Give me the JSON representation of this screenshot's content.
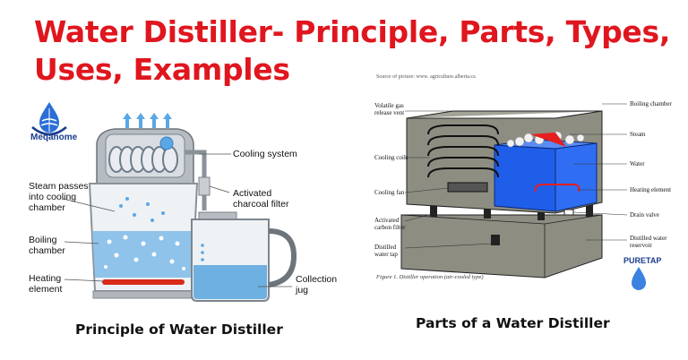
{
  "title": {
    "line1": "Water Distiller- Principle, Parts, Types,",
    "line2": "Uses, Examples"
  },
  "left_logo": {
    "name": "Meqahome",
    "icon": "globe-water-drop-icon"
  },
  "right_logo": {
    "name": "PURETAP",
    "icon": "water-drop-icon"
  },
  "left_diagram": {
    "labels": {
      "cooling_system": "Cooling system",
      "steam_passes_1": "Steam passes",
      "steam_passes_2": "into cooling",
      "steam_passes_3": "chamber",
      "activated_1": "Activated",
      "activated_2": "charcoal filter",
      "boiling_1": "Boiling",
      "boiling_2": "chamber",
      "heating_1": "Heating",
      "heating_2": "element",
      "collection_1": "Collection",
      "collection_2": "jug"
    },
    "caption": "Principle of Water Distiller"
  },
  "right_diagram": {
    "source": "Source of picture: www. agriculture.alberta.ca",
    "labels": {
      "volatile_1": "Volatile gas",
      "volatile_2": "release vent",
      "cooling_coils": "Cooling coils",
      "cooling_fan": "Cooling fan",
      "carbon_1": "Activated",
      "carbon_2": "carbon filter",
      "tap_1": "Distilled",
      "tap_2": "water tap",
      "boiling_chamber": "Boiling chamber",
      "steam": "Steam",
      "water": "Water",
      "heating_element": "Heating element",
      "drain_valve": "Drain valve",
      "reservoir_1": "Distilled water",
      "reservoir_2": "reservoir"
    },
    "figure_caption": "Figure 1. Distiller operation (air-cooled type)",
    "caption": "Parts of a Water Distiller"
  },
  "colors": {
    "title_red": "#e0161e",
    "water_blue": "#1f5ee8",
    "body_grey": "#8d8d82",
    "machine_grey": "#9aa0a6",
    "heater_red": "#d92a1a"
  }
}
